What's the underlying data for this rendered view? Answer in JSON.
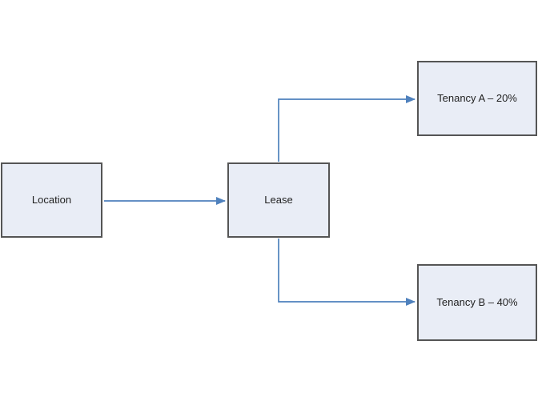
{
  "diagram": {
    "type": "flowchart",
    "nodes": [
      {
        "id": "location",
        "label": "Location"
      },
      {
        "id": "lease",
        "label": "Lease"
      },
      {
        "id": "tenancy-a",
        "label": "Tenancy A – 20%"
      },
      {
        "id": "tenancy-b",
        "label": "Tenancy B – 40%"
      }
    ],
    "edges": [
      {
        "from": "location",
        "to": "lease",
        "style": "straight-arrow"
      },
      {
        "from": "lease",
        "to": "tenancy-a",
        "style": "elbow-arrow-up"
      },
      {
        "from": "lease",
        "to": "tenancy-b",
        "style": "elbow-arrow-down"
      }
    ],
    "colors": {
      "node-fill": "#e9edf6",
      "node-border": "#555555",
      "connector": "#4f81bd",
      "text": "#1f1f1f",
      "background": "#ffffff"
    }
  }
}
